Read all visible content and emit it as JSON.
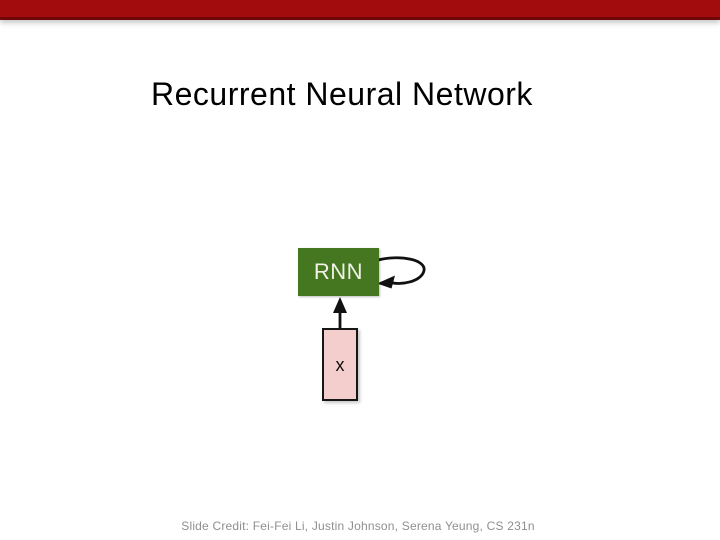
{
  "slide": {
    "title": "Recurrent Neural Network",
    "credit": "Slide Credit: Fei-Fei Li, Justin Johnson, Serena Yeung, CS 231n"
  },
  "diagram": {
    "rnn_label": "RNN",
    "input_label": "x",
    "arrows": [
      {
        "name": "recurrent-loop-arrow",
        "meaning": "RNN hidden state fed back into itself"
      },
      {
        "name": "input-arrow",
        "meaning": "input x feeds into RNN"
      }
    ],
    "colors": {
      "top_bar": "#A30C0C",
      "top_bar_edge": "#6F0707",
      "rnn_box_fill": "#44771F",
      "rnn_label_text": "#F2F1E8",
      "input_box_fill": "#F3CECC",
      "input_box_border": "#161616",
      "arrow_stroke": "#111111",
      "title_text": "#000000",
      "credit_text": "#8F8F8F"
    }
  }
}
